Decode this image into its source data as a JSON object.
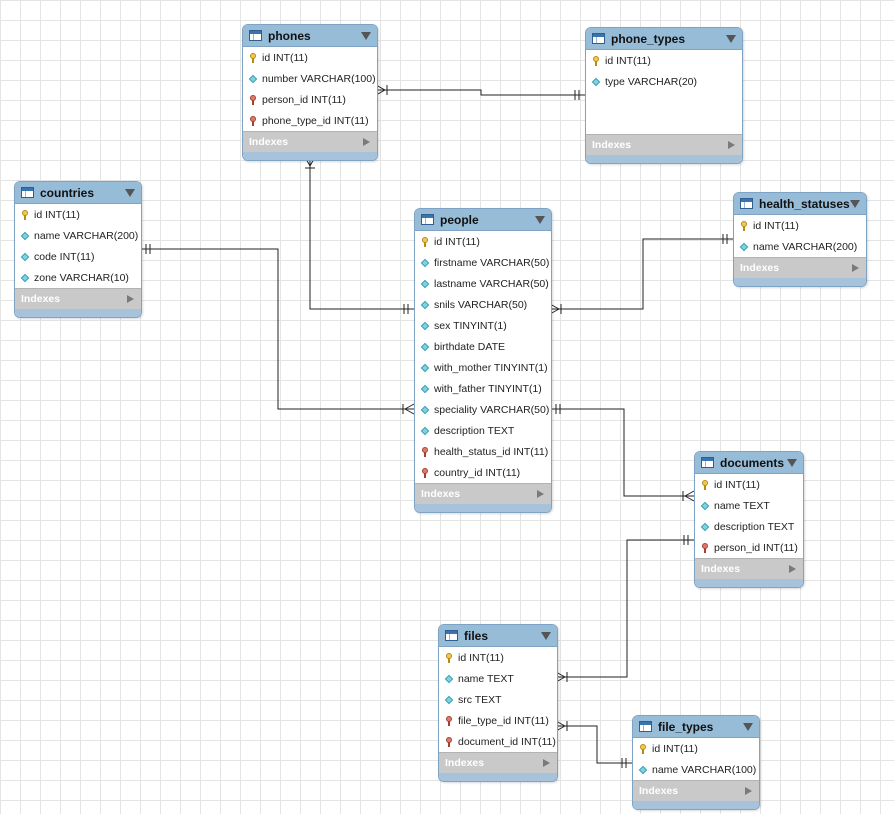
{
  "diagram": {
    "indexes_label": "Indexes",
    "tables": [
      {
        "key": "phones",
        "name": "phones",
        "columns": [
          {
            "text": "id INT(11)",
            "kind": "pk"
          },
          {
            "text": "number VARCHAR(100)",
            "kind": "col"
          },
          {
            "text": "person_id INT(11)",
            "kind": "fk"
          },
          {
            "text": "phone_type_id INT(11)",
            "kind": "fk"
          }
        ]
      },
      {
        "key": "phone_types",
        "name": "phone_types",
        "columns": [
          {
            "text": "id INT(11)",
            "kind": "pk"
          },
          {
            "text": "type VARCHAR(20)",
            "kind": "col"
          }
        ]
      },
      {
        "key": "countries",
        "name": "countries",
        "columns": [
          {
            "text": "id INT(11)",
            "kind": "pk"
          },
          {
            "text": "name VARCHAR(200)",
            "kind": "col"
          },
          {
            "text": "code INT(11)",
            "kind": "col"
          },
          {
            "text": "zone VARCHAR(10)",
            "kind": "col"
          }
        ]
      },
      {
        "key": "people",
        "name": "people",
        "columns": [
          {
            "text": "id INT(11)",
            "kind": "pk"
          },
          {
            "text": "firstname VARCHAR(50)",
            "kind": "col"
          },
          {
            "text": "lastname VARCHAR(50)",
            "kind": "col"
          },
          {
            "text": "snils VARCHAR(50)",
            "kind": "col"
          },
          {
            "text": "sex TINYINT(1)",
            "kind": "col"
          },
          {
            "text": "birthdate DATE",
            "kind": "col"
          },
          {
            "text": "with_mother TINYINT(1)",
            "kind": "col"
          },
          {
            "text": "with_father TINYINT(1)",
            "kind": "col"
          },
          {
            "text": "speciality VARCHAR(50)",
            "kind": "col"
          },
          {
            "text": "description TEXT",
            "kind": "col"
          },
          {
            "text": "health_status_id INT(11)",
            "kind": "fk"
          },
          {
            "text": "country_id INT(11)",
            "kind": "fk"
          }
        ]
      },
      {
        "key": "health_statuses",
        "name": "health_statuses",
        "columns": [
          {
            "text": "id INT(11)",
            "kind": "pk"
          },
          {
            "text": "name VARCHAR(200)",
            "kind": "col"
          }
        ]
      },
      {
        "key": "documents",
        "name": "documents",
        "columns": [
          {
            "text": "id INT(11)",
            "kind": "pk"
          },
          {
            "text": "name TEXT",
            "kind": "col"
          },
          {
            "text": "description TEXT",
            "kind": "col"
          },
          {
            "text": "person_id INT(11)",
            "kind": "fk"
          }
        ]
      },
      {
        "key": "files",
        "name": "files",
        "columns": [
          {
            "text": "id INT(11)",
            "kind": "pk"
          },
          {
            "text": "name TEXT",
            "kind": "col"
          },
          {
            "text": "src TEXT",
            "kind": "col"
          },
          {
            "text": "file_type_id INT(11)",
            "kind": "fk"
          },
          {
            "text": "document_id INT(11)",
            "kind": "fk"
          }
        ]
      },
      {
        "key": "file_types",
        "name": "file_types",
        "columns": [
          {
            "text": "id INT(11)",
            "kind": "pk"
          },
          {
            "text": "name VARCHAR(100)",
            "kind": "col"
          }
        ]
      }
    ],
    "relationships": [
      {
        "from": "phones",
        "to": "phone_types"
      },
      {
        "from": "phones",
        "to": "people"
      },
      {
        "from": "people",
        "to": "countries"
      },
      {
        "from": "people",
        "to": "health_statuses"
      },
      {
        "from": "documents",
        "to": "people"
      },
      {
        "from": "files",
        "to": "documents"
      },
      {
        "from": "files",
        "to": "file_types"
      }
    ]
  }
}
